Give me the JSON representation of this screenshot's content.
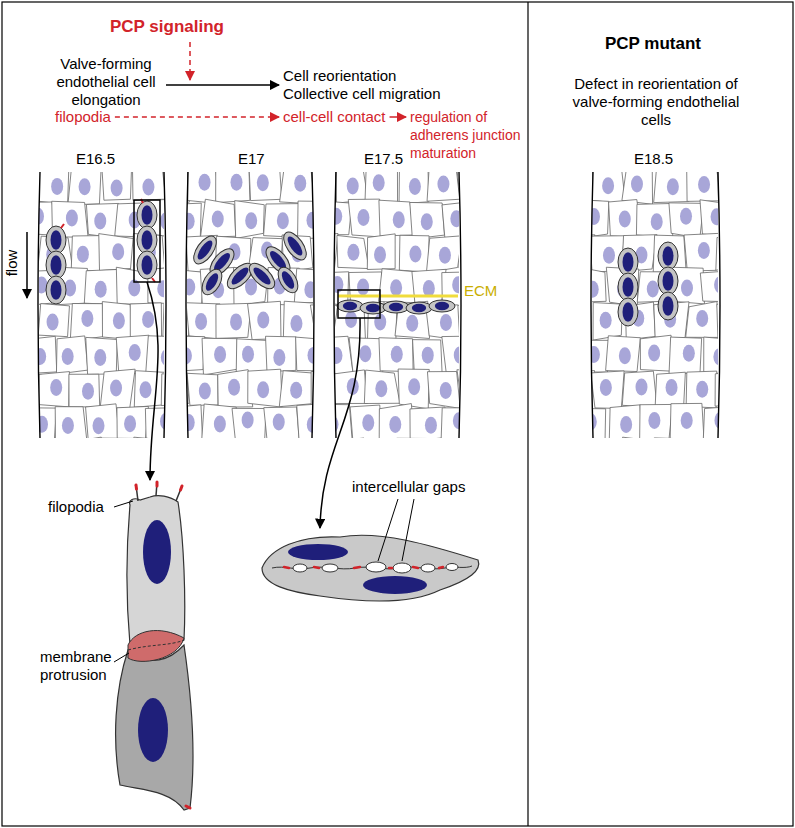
{
  "diagram": {
    "nodes": [
      {
        "text": [
          "Valve-forming endothelial cell elongation"
        ]
      },
      {
        "text": [
          "Cell reorientation Collective cell migration"
        ]
      },
      {
        "text": [
          "filopodia"
        ]
      },
      {
        "text": [
          "cell-cell contact"
        ]
      },
      {
        "text": [
          "regulation of adherens junction maturation"
        ]
      }
    ],
    "edges": [
      {
        "from": 0,
        "to": 1,
        "arrow": "to"
      },
      {
        "from": 2,
        "to": 3,
        "arrow": "to"
      },
      {
        "from": 3,
        "to": 4,
        "arrow": "to"
      }
    ],
    "labels": [
      "PCP signaling",
      "E16.5",
      "E17",
      "E17.5",
      "flow",
      "ECM",
      "filopodia",
      "membrane protrusion",
      "intercellular gaps",
      "PCP mutant",
      "Defect in reorientation of valve-forming endothelial cells",
      "E18.5"
    ]
  }
}
